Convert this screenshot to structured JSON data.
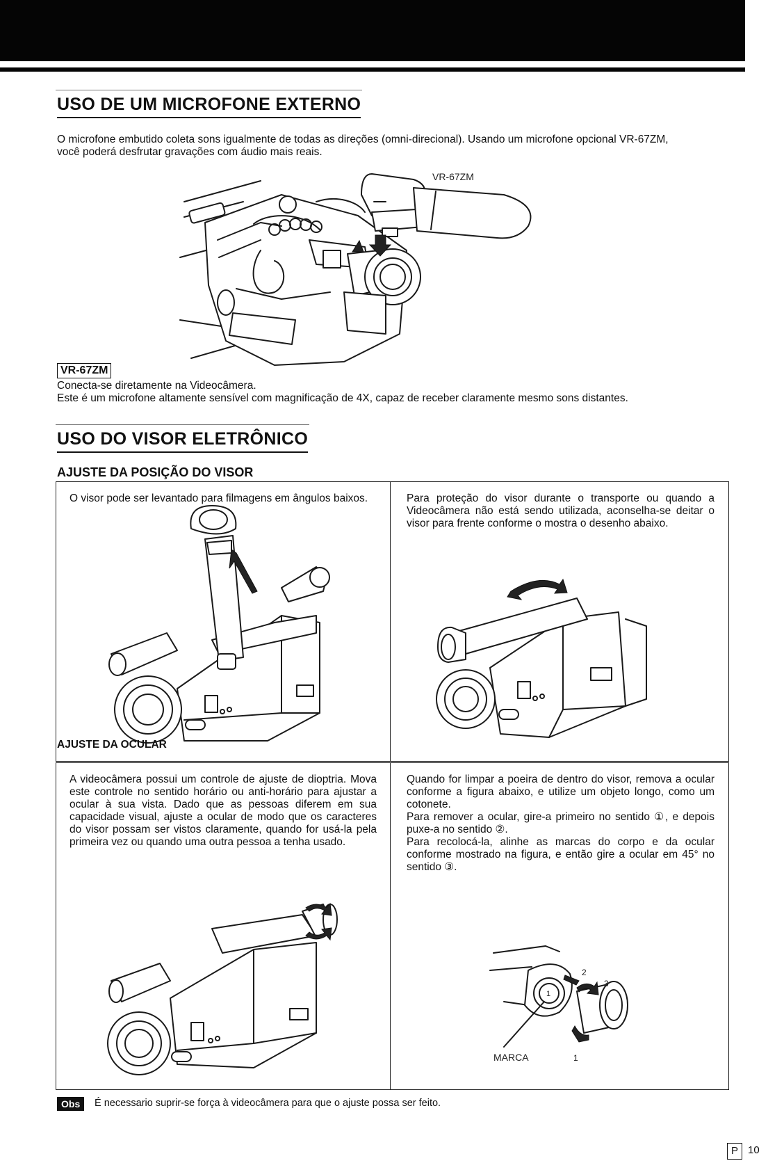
{
  "section_mic": {
    "title": "USO DE UM MICROFONE EXTERNO",
    "intro_line1": "O microfone embutido coleta sons igualmente de todas as direções (omni-direcional). Usando um microfone opcional VR-67ZM,",
    "intro_line2": "você poderá desfrutar gravações com áudio mais reais.",
    "figure_label": "VR-67ZM",
    "model_box": "VR-67ZM",
    "desc_line1": "Conecta-se diretamente na Videocâmera.",
    "desc_line2": "Este é um microfone altamente sensível com magnificação de 4X, capaz de receber claramente mesmo sons distantes."
  },
  "section_viewfinder": {
    "title": "USO DO VISOR ELETRÔNICO",
    "position": {
      "heading": "AJUSTE DA POSIÇÃO DO VISOR",
      "left_text": "O visor pode ser levantado para filmagens em ângulos baixos.",
      "right_text": "Para proteção do visor durante o transporte ou quando a Videocâmera não está sendo utilizada, aconselha-se deitar o visor para frente conforme o mostra o desenho abaixo."
    },
    "eyepiece": {
      "heading": "AJUSTE DA OCULAR",
      "left_text": "A videocâmera possui um controle de ajuste de dioptria. Mova este controle no sentido horário ou anti-horário para ajustar a ocular à sua vista. Dado que as pessoas diferem em sua capacidade visual, ajuste a ocular de modo que os caracteres do visor possam ser vistos claramente, quando for usá-la pela primeira vez ou quando uma outra pessoa a tenha usado.",
      "right_text_1": "Quando for limpar a poeira de dentro do visor, remova a ocular conforme a figura abaixo, e utilize um objeto longo, como um cotonete.",
      "right_text_2": "Para remover a ocular, gire-a primeiro no sentido ①, e depois puxe-a no sentido ②.",
      "right_text_3": "Para recolocá-la, alinhe as marcas do corpo e da ocular conforme mostrado na figura, e então gire a ocular em 45° no sentido ③.",
      "figure_label_marca": "MARCA",
      "figure_num_1": "1",
      "figure_num_2": "2",
      "figure_num_3": "3"
    }
  },
  "note": {
    "badge": "Obs",
    "text": "É necessario suprir-se força à videocâmera para que o ajuste possa ser feito."
  },
  "footer": {
    "lang": "P",
    "page": "10"
  }
}
